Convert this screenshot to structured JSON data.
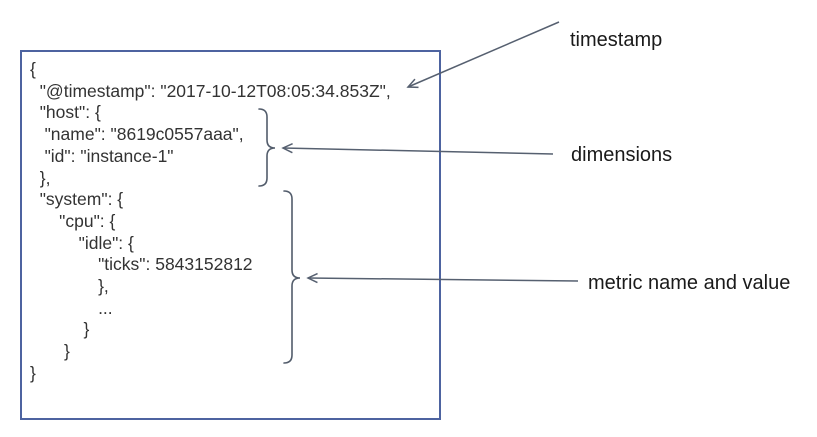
{
  "document": {
    "code_text": "{\n  \"@timestamp\": \"2017-10-12T08:05:34.853Z\",\n  \"host\": {\n   \"name\": \"8619c0557aaa\",\n   \"id\": \"instance-1\"\n  },\n  \"system\": {\n      \"cpu\": {\n          \"idle\": {\n              \"ticks\": 5843152812\n              },\n              ...\n           }\n       }\n}",
    "fields": {
      "timestamp_key": "@timestamp",
      "timestamp_value": "2017-10-12T08:05:34.853Z",
      "host_name": "8619c0557aaa",
      "host_id": "instance-1",
      "metric_path": "system.cpu.idle.ticks",
      "metric_value": "5843152812"
    }
  },
  "annotations": {
    "timestamp": {
      "label": "timestamp"
    },
    "dimensions": {
      "label": "dimensions"
    },
    "metric": {
      "label": "metric name and value"
    }
  },
  "colors": {
    "box_border": "#4d63a0",
    "connector": "#566070",
    "code_text": "#333333",
    "label_text": "#1a1a1a",
    "background": "#ffffff"
  }
}
